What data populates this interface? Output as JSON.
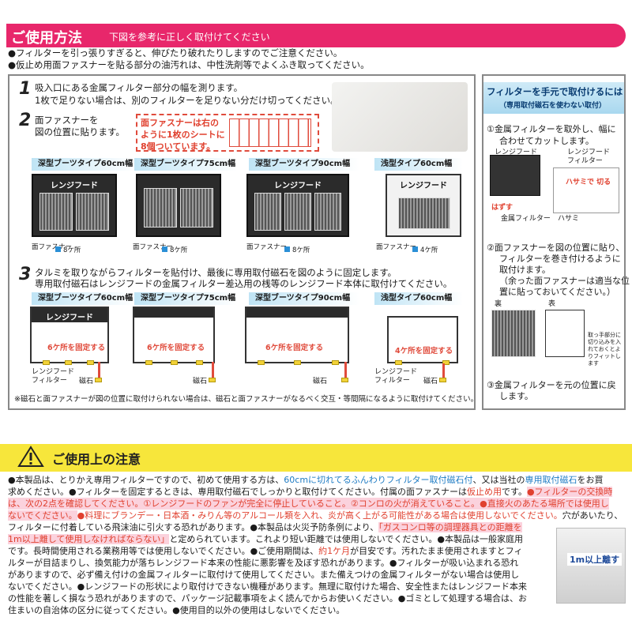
{
  "header": {
    "title": "ご使用方法",
    "subtitle": "下図を参考に正しく取付けてください"
  },
  "intro": [
    "●フィルターを引っ張りすぎると、伸びたり破れたりしますのでご注意ください。",
    "●仮止め用面ファスナーを貼る部分の油汚れは、中性洗剤等でよくふき取ってください。"
  ],
  "step1": {
    "num": "1",
    "line1": "吸入口にある金属フィルター部分の幅を測ります。",
    "line2": "1枚で足りない場合は、別のフィルターを足りない分だけ切ってください。"
  },
  "step2": {
    "num": "2",
    "line1": "面ファスナーを",
    "line2": "図の位置に貼ります。",
    "note_line1": "面ファスナーは右の",
    "note_line2": "ように1枚のシートに",
    "note_line3": "8個ついています。"
  },
  "types": [
    {
      "label": "深型ブーツタイプ60cm幅",
      "hood": "レンジフード",
      "fastener": "面ファスナー",
      "count": "8ケ所"
    },
    {
      "label": "深型ブーツタイプ75cm幅",
      "hood": "",
      "fastener": "面ファスナー",
      "count": "8ケ所"
    },
    {
      "label": "深型ブーツタイプ90cm幅",
      "hood": "レンジフード",
      "fastener": "面ファスナー",
      "count": "8ケ所"
    },
    {
      "label": "浅型タイプ60cm幅",
      "hood": "レンジフード",
      "fastener": "面ファスナー",
      "count": "4ケ所"
    }
  ],
  "step3": {
    "num": "3",
    "line1": "タルミを取りながらフィルターを貼付け、最後に専用取付磁石を図のように固定します。",
    "line2": "専用取付磁石はレンジフードの金属フィルター差込用の桟等のレンジフード本体に取付けてください。"
  },
  "types3": [
    {
      "label": "深型ブーツタイプ60cm幅",
      "hood": "レンジフード",
      "fix": "6ケ所を固定する",
      "filter": "レンジフード\nフィルター",
      "magnet": "磁石"
    },
    {
      "label": "深型ブーツタイプ75cm幅",
      "hood": "",
      "fix": "6ケ所を固定する",
      "filter": "",
      "magnet": "磁石"
    },
    {
      "label": "深型ブーツタイプ90cm幅",
      "hood": "",
      "fix": "6ケ所を固定する",
      "filter": "",
      "magnet": "磁石"
    },
    {
      "label": "浅型タイプ60cm幅",
      "hood": "",
      "fix": "4ケ所を固定する",
      "filter": "レンジフード\nフィルター",
      "magnet": "磁石"
    }
  ],
  "step3_note": "※磁石と面ファスナーが図の位置に取付けられない場合は、磁石と面ファスナーがなるべく交互・等間隔になるように取付けてください。",
  "side": {
    "title": "フィルターを手元で取付けるには",
    "subtitle": "（専用取付磁石を使わない取付）",
    "s1_line1": "①金属フィルターを取外し、幅に",
    "s1_line2": "合わせてカットします。",
    "hood": "レンジフード",
    "filter_label1": "レンジフード",
    "filter_label2": "フィルター",
    "remove": "はずす",
    "metal_filter": "金属フィルター",
    "scissor_cut": "ハサミで\n切る",
    "scissors": "ハサミ",
    "s2_line1": "②面ファスナーを図の位置に貼り、",
    "s2_line2": "フィルターを巻き付けるように",
    "s2_line3": "取付けます。",
    "s2_line4": "（余った面ファスナーは適当な位",
    "s2_line5": "置に貼っておいてください。）",
    "back": "裏",
    "front": "表",
    "tab_note": "取っ手部分に切り込みを入れておくとよりフィットします",
    "s3_line1": "③金属フィルターを元の位置に戻",
    "s3_line2": "します。"
  },
  "caution": {
    "title": "ご使用上の注意"
  },
  "notes": [
    [
      "●本製品は、とりかえ専用フィルターですので、初めて使用する方は、",
      "60cmに切れてるふんわりフィルター取付磁石付",
      "、又は当社の",
      "専用取付磁石",
      "をお買"
    ],
    [
      "求めください。●フィルターを固定するときは、専用取付磁石でしっかりと取付けてください。付属の面ファスナーは",
      "仮止め用",
      "です。",
      "●フィルターの交換時"
    ],
    [
      "は、次の2点を確認してください。①レンジフードのファンが完全に停止していること。②コンロの火が消えていること。●直接火のあたる場所では使用し"
    ],
    [
      "ないでください。",
      "●料理にブランデー・日本酒・みりん等のアルコール類を入れ、炎が高く上がる可能性がある場合は使用しないでください。",
      "穴があいたり、"
    ],
    [
      "フィルターに付着している飛沫油に引火する恐れがあります。●本製品は火災予防条例により、",
      "「ガスコンロ等の調理器具との距離を"
    ],
    [
      "1m以上離して使用しなければならない」",
      "と定められています。これより短い距離では使用しないでください。●本製品は一般家庭用"
    ],
    [
      "です。長時間使用される業務用等では使用しないでください。●ご使用期間は、",
      "約1ケ月",
      "が目安です。汚れたまま使用されますとフィ"
    ],
    [
      "ルターが目詰まりし、換気能力が落ちレンジフード本来の性能に悪影響を及ぼす恐れがあります。●フィルターが吸い込まれる恐れ"
    ],
    [
      "がありますので、必ず備え付けの金属フィルターに取付けて使用してください。また備えつけの金属フィルターがない場合は使用し"
    ],
    [
      "ないでください。●レンジフードの形状により取付けできない機種があります。無理に取付けた場合、安全性またはレンジフード本来"
    ],
    [
      "の性能を著しく損なう恐れがありますので、パッケージ記載事項をよく読んでからお使いください。●ゴミとして処理する場合は、お"
    ],
    [
      "住まいの自治体の区分に従ってください。●使用目的以外の使用はしないでください。"
    ]
  ],
  "kitchen_label": "1m以上離す",
  "colors": {
    "accent_pink": "#e8276b",
    "caution_yellow": "#f7e63b",
    "warning_red": "#e0402e",
    "info_blue": "#1f7cc4"
  }
}
